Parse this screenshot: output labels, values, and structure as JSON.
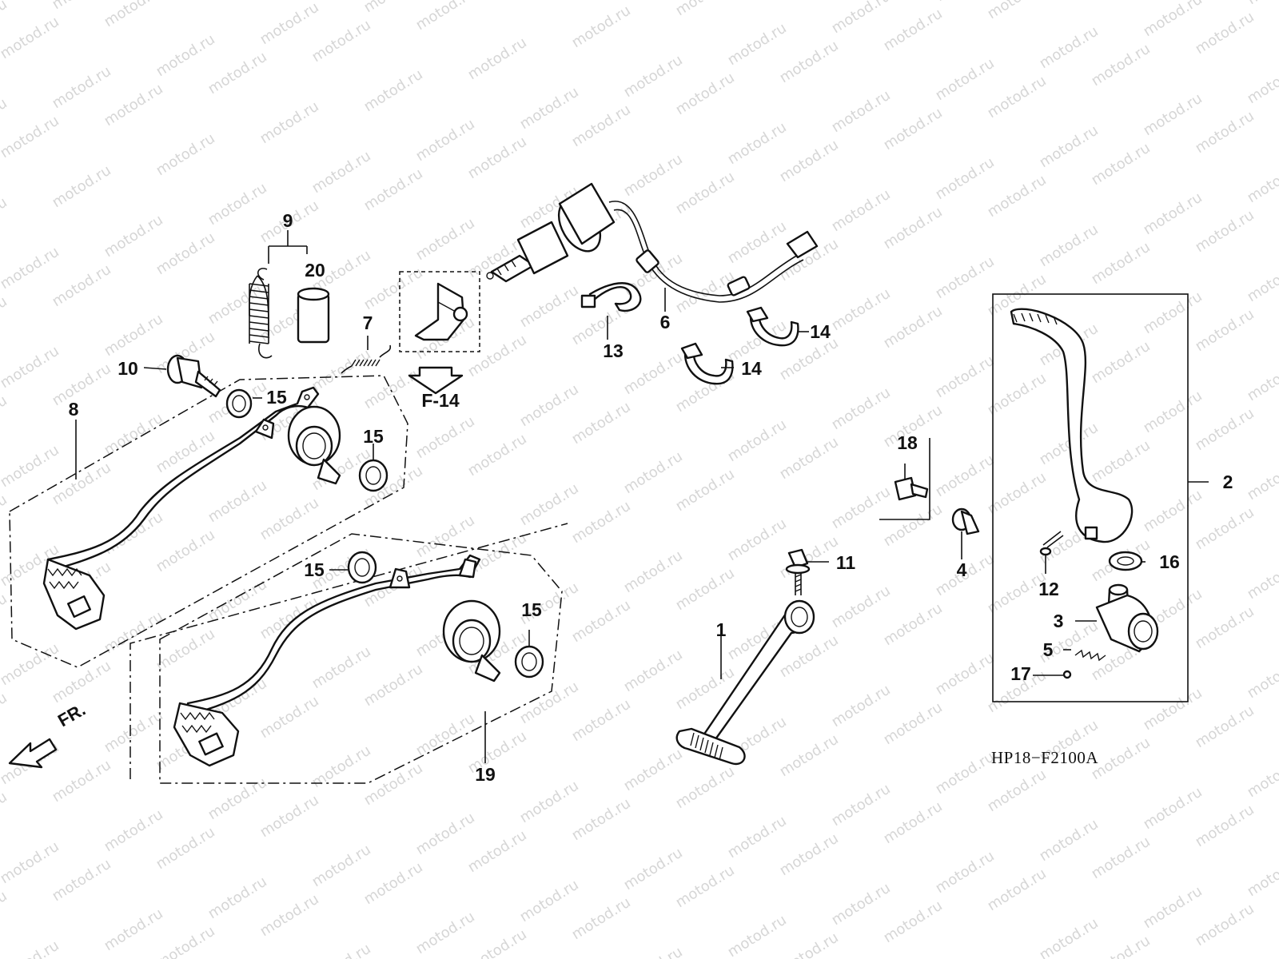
{
  "watermark": {
    "text": "motod.ru"
  },
  "diagram_code": "HP18−F2100A",
  "reference_label": "F-14",
  "direction_label": "FR.",
  "callouts": {
    "c1": "1",
    "c2": "2",
    "c3": "3",
    "c4": "4",
    "c5": "5",
    "c6": "6",
    "c7": "7",
    "c8": "8",
    "c9": "9",
    "c10": "10",
    "c11": "11",
    "c12": "12",
    "c13": "13",
    "c14a": "14",
    "c14b": "14",
    "c15a": "15",
    "c15b": "15",
    "c15c": "15",
    "c15d": "15",
    "c16": "16",
    "c17": "17",
    "c18": "18",
    "c19": "19",
    "c20": "20"
  }
}
